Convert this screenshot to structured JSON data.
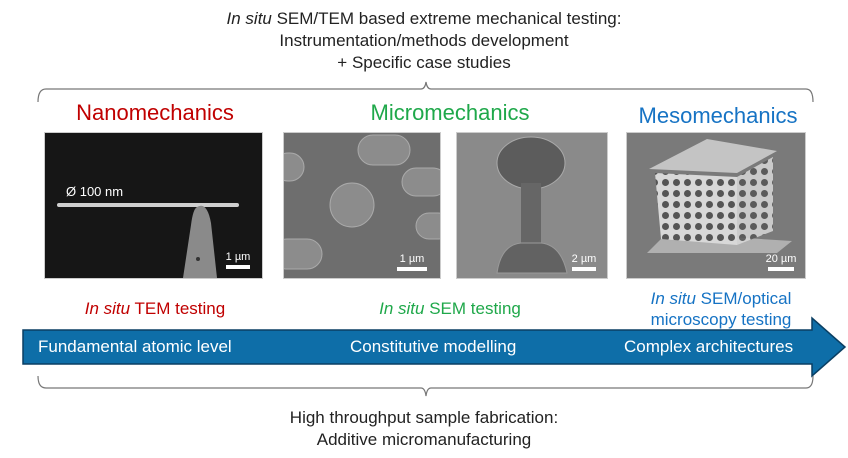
{
  "top_caption": {
    "line1_italic": "In situ",
    "line1_rest": " SEM/TEM based extreme mechanical testing:",
    "line2": "Instrumentation/methods development",
    "line3": "+ Specific case studies"
  },
  "columns": [
    {
      "heading": "Nanomechanics",
      "color": "#c00000",
      "method_italic": "In situ",
      "method_rest": " TEM testing",
      "arrow_label": "Fundamental atomic level"
    },
    {
      "heading": "Micromechanics",
      "color": "#1fa84a",
      "method_italic": "In situ",
      "method_rest": " SEM testing",
      "arrow_label": "Constitutive modelling"
    },
    {
      "heading": "Mesomechanics",
      "color": "#1673c4",
      "method_italic": "In situ",
      "method_rest": " SEM/optical",
      "method_line2": "microscopy testing",
      "arrow_label": "Complex architectures"
    }
  ],
  "images": [
    {
      "id": "nanowire",
      "annotation": "Ø 100 nm",
      "scale": "1 µm"
    },
    {
      "id": "pillars",
      "scale": "1 µm"
    },
    {
      "id": "flower-pillar",
      "scale": "2 µm"
    },
    {
      "id": "lattice",
      "scale": "20 µm"
    }
  ],
  "arrow": {
    "color": "#0e6ea8",
    "border": "#0a3f63"
  },
  "bottom_caption": {
    "line1": "High throughput sample fabrication:",
    "line2": "Additive micromanufacturing"
  }
}
